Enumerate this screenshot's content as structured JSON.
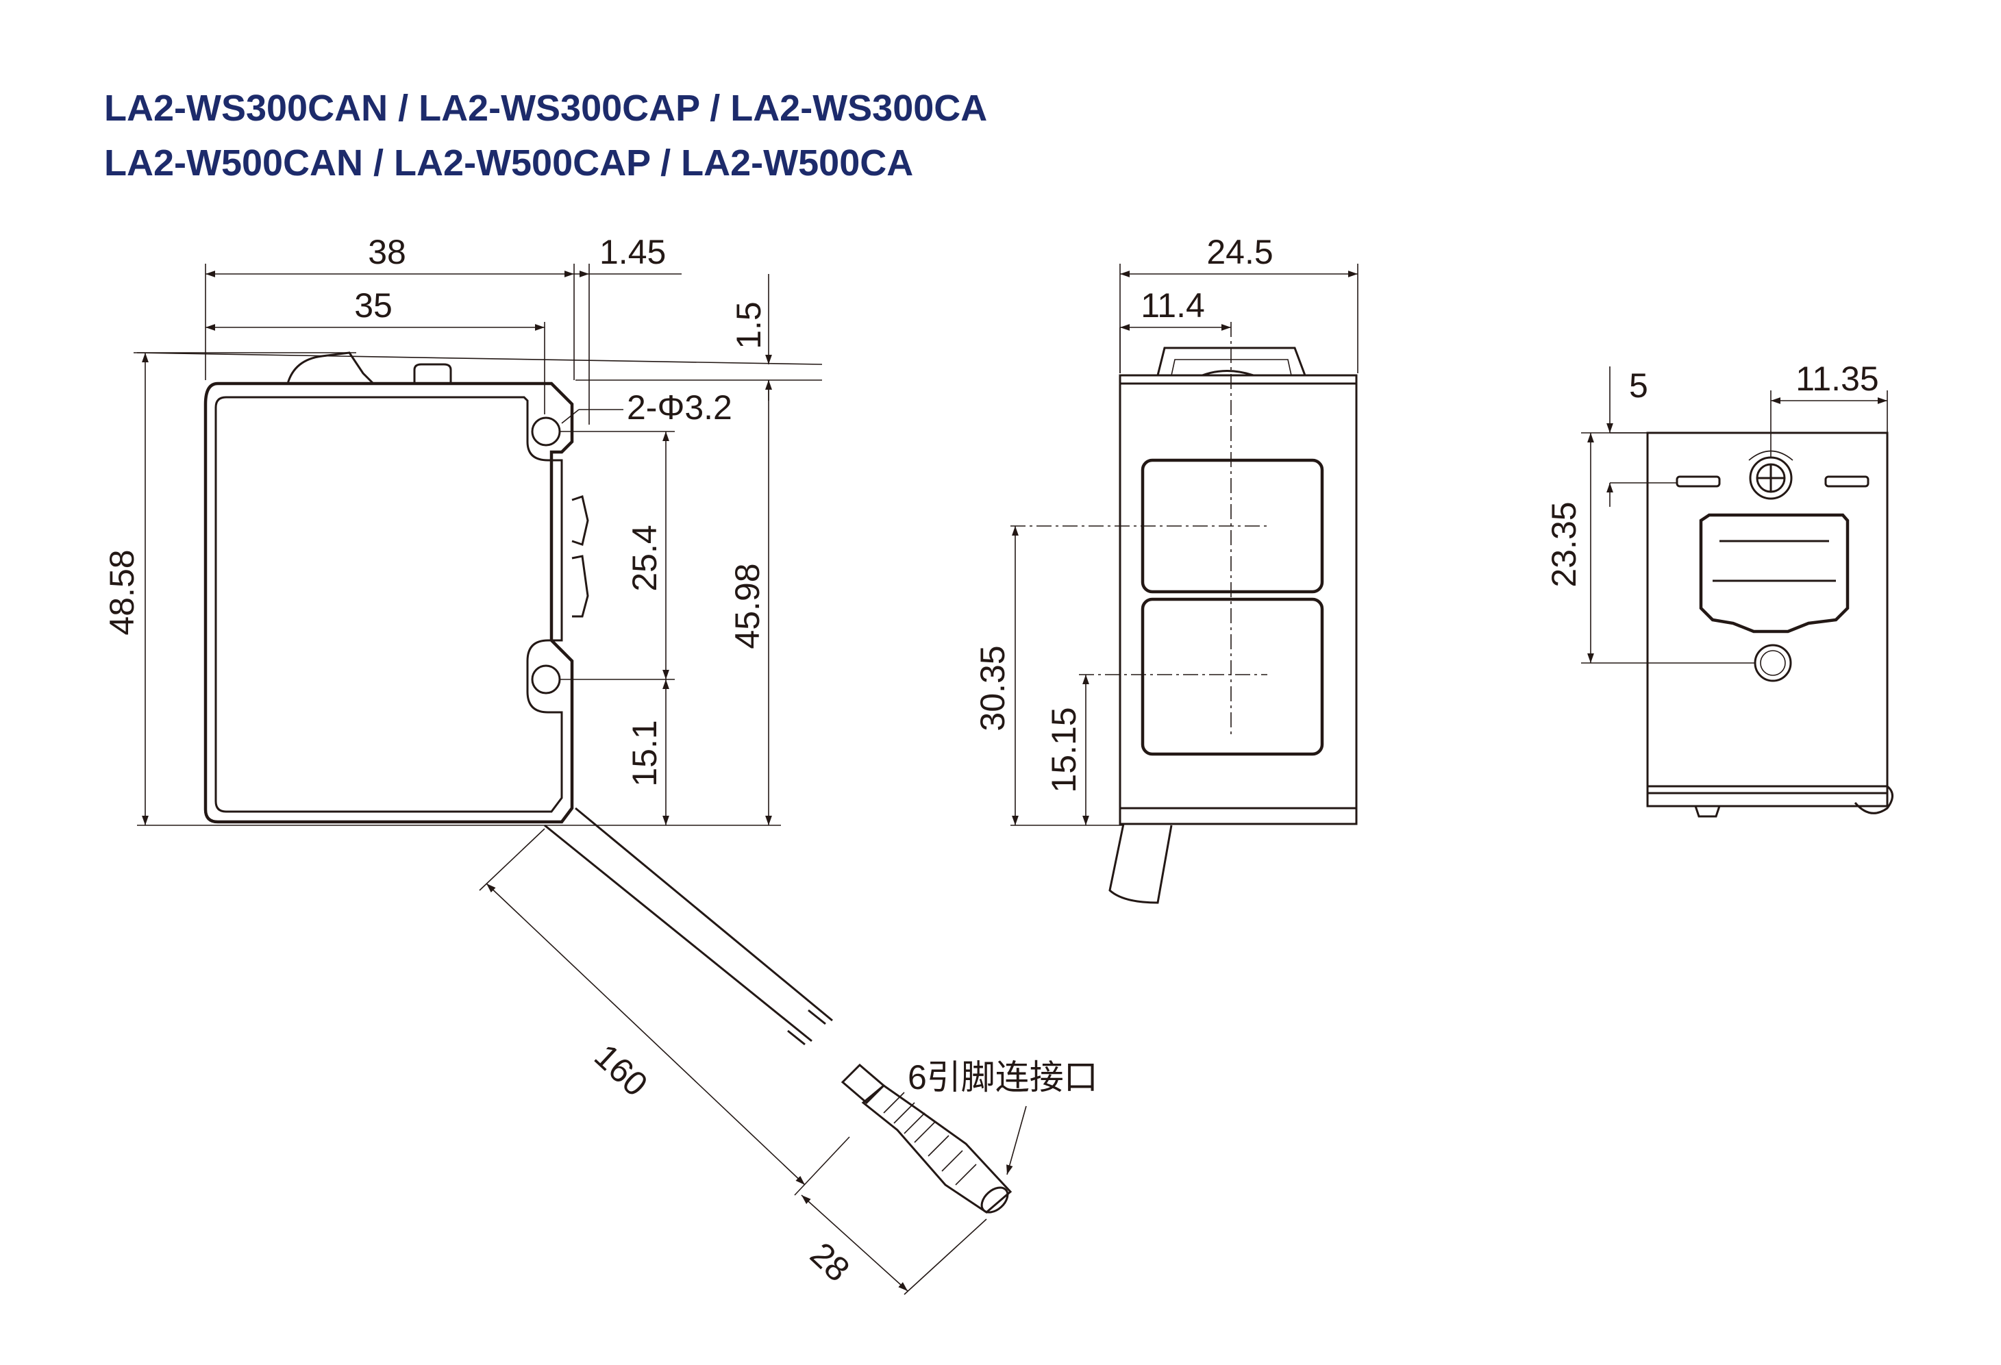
{
  "title_color": "#1d2b6b",
  "line_color": "#231815",
  "titles": {
    "line1": "LA2-WS300CAN / LA2-WS300CAP / LA2-WS300CA",
    "line2": "LA2-W500CAN / LA2-W500CAP / LA2-W500CA"
  },
  "front_view": {
    "dim_width_overall": "38",
    "dim_width_hole": "35",
    "dim_side_thickness": "1.45",
    "dim_top_step": "1.5",
    "dim_hole_label": "2-Φ3.2",
    "dim_height_overall": "48.58",
    "dim_hole_spacing": "25.4",
    "dim_height_body": "45.98",
    "dim_hole_bottom": "15.1",
    "dim_cable_length": "160",
    "dim_connector_length": "28",
    "connector_label": "6引脚连接口"
  },
  "side_view": {
    "dim_width": "24.5",
    "dim_center": "11.4",
    "dim_upper_lens": "30.35",
    "dim_lower_lens": "15.15"
  },
  "rear_view": {
    "dim_top_offset": "5",
    "dim_center": "11.35",
    "dim_hole_height": "23.35"
  }
}
